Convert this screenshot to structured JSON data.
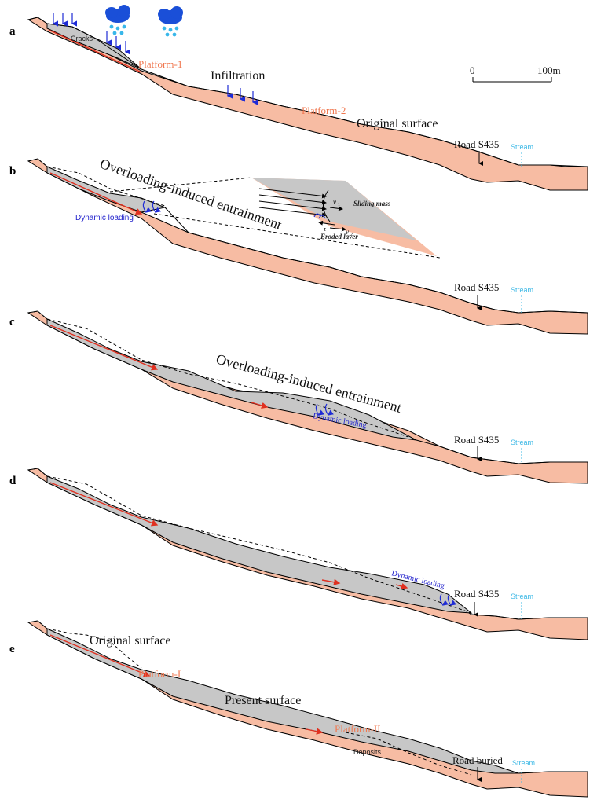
{
  "panels": {
    "a": {
      "label": "a",
      "cracks": "Cracks",
      "platform1": "Platform-1",
      "infiltration": "Infiltration",
      "platform2": "Platform-2",
      "original_surface": "Original surface",
      "road": "Road S435",
      "stream": "Stream",
      "scale_zero": "0",
      "scale_end": "100m"
    },
    "b": {
      "label": "b",
      "title": "Overloading-induced entrainment",
      "dynamic": "Dynamic loading",
      "inset_sliding": "Sliding mass",
      "inset_eroded": "Eroded layer",
      "inset_v1": "v",
      "inset_v1_sub": "1",
      "inset_v2": "v",
      "inset_v2_sub": "2",
      "inset_tau": "τ",
      "road": "Road S435",
      "stream": "Stream"
    },
    "c": {
      "label": "c",
      "title": "Overloading-induced entrainment",
      "dynamic": "Dynamic loading",
      "road": "Road S435",
      "stream": "Stream"
    },
    "d": {
      "label": "d",
      "dynamic": "Dynamic loading",
      "road": "Road S435",
      "stream": "Stream"
    },
    "e": {
      "label": "e",
      "original_surface": "Original surface",
      "platform1": "Platform-I",
      "present_surface": "Present surface",
      "platform2": "Platform-II",
      "deposits": "Deposits",
      "road": "Road buried",
      "stream": "Stream"
    }
  },
  "colors": {
    "ground": "#f7bca3",
    "mass": "#c7c7c7",
    "platform_text": "#f07850",
    "stream_text": "#3bb8e6",
    "dynamic_text": "#2222cc"
  }
}
